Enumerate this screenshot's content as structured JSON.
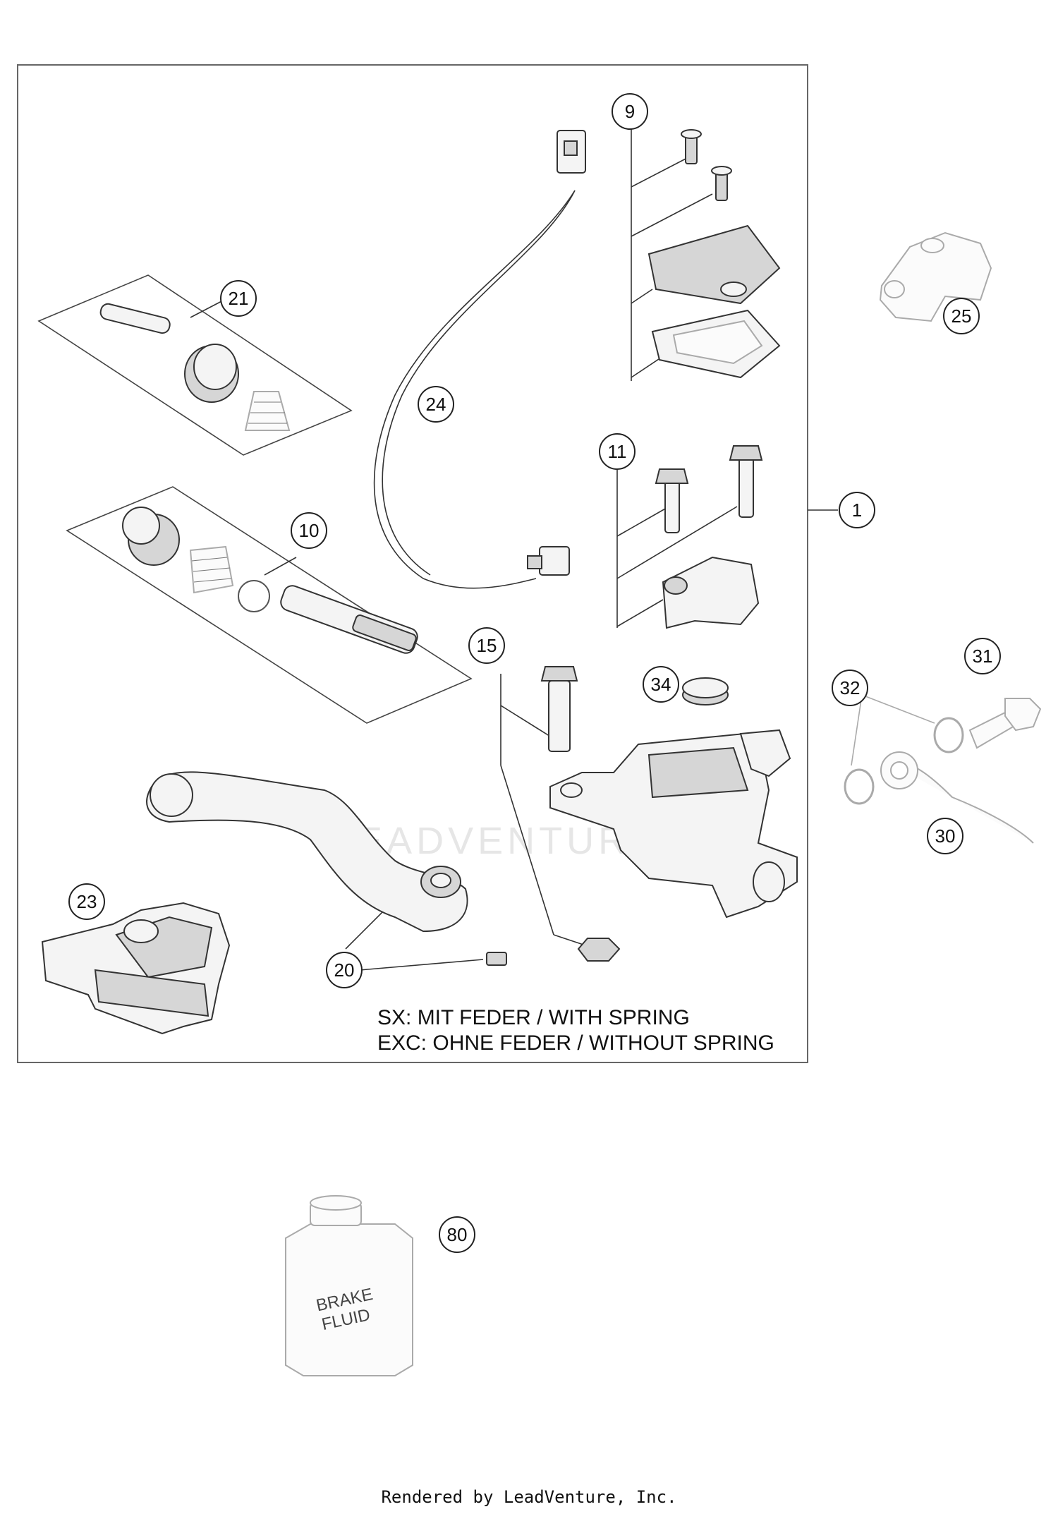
{
  "callouts": [
    {
      "id": "c1",
      "label": "1"
    },
    {
      "id": "c9",
      "label": "9"
    },
    {
      "id": "c10",
      "label": "10"
    },
    {
      "id": "c11",
      "label": "11"
    },
    {
      "id": "c15",
      "label": "15"
    },
    {
      "id": "c20",
      "label": "20"
    },
    {
      "id": "c21",
      "label": "21"
    },
    {
      "id": "c23",
      "label": "23"
    },
    {
      "id": "c24",
      "label": "24"
    },
    {
      "id": "c25",
      "label": "25"
    },
    {
      "id": "c30",
      "label": "30"
    },
    {
      "id": "c31",
      "label": "31"
    },
    {
      "id": "c32",
      "label": "32"
    },
    {
      "id": "c34",
      "label": "34"
    },
    {
      "id": "c80",
      "label": "80"
    }
  ],
  "notes": {
    "line1": "SX: MIT FEDER / WITH SPRING",
    "line2": "EXC: OHNE FEDER / WITHOUT SPRING"
  },
  "fluid_can": {
    "line1": "BRAKE",
    "line2": "FLUID"
  },
  "watermark": "LEADVENTURE",
  "footer": "Rendered by LeadVenture, Inc."
}
